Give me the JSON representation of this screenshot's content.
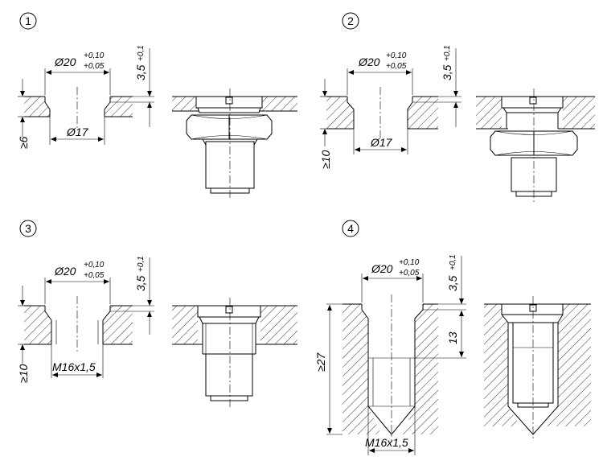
{
  "variants": [
    {
      "number": "1",
      "bore_diameter": "Ø20",
      "bore_tol_upper": "+0,10",
      "bore_tol_lower": "+0,05",
      "depth_label": "3,5",
      "depth_tol": "+0,1",
      "hole_label": "Ø17",
      "plate_label": "≥6"
    },
    {
      "number": "2",
      "bore_diameter": "Ø20",
      "bore_tol_upper": "+0,10",
      "bore_tol_lower": "+0,05",
      "depth_label": "3,5",
      "depth_tol": "+0,1",
      "hole_label": "Ø17",
      "plate_label": "≥10"
    },
    {
      "number": "3",
      "bore_diameter": "Ø20",
      "bore_tol_upper": "+0,10",
      "bore_tol_lower": "+0,05",
      "depth_label": "3,5",
      "depth_tol": "+0,1",
      "thread_label": "M16x1,5",
      "plate_label": "≥10"
    },
    {
      "number": "4",
      "bore_diameter": "Ø20",
      "bore_tol_upper": "+0,10",
      "bore_tol_lower": "+0,05",
      "depth_label": "3,5",
      "depth_tol": "+0,1",
      "thread_label": "M16x1,5",
      "thread_depth_label": "13",
      "plate_label": "≥27"
    }
  ]
}
